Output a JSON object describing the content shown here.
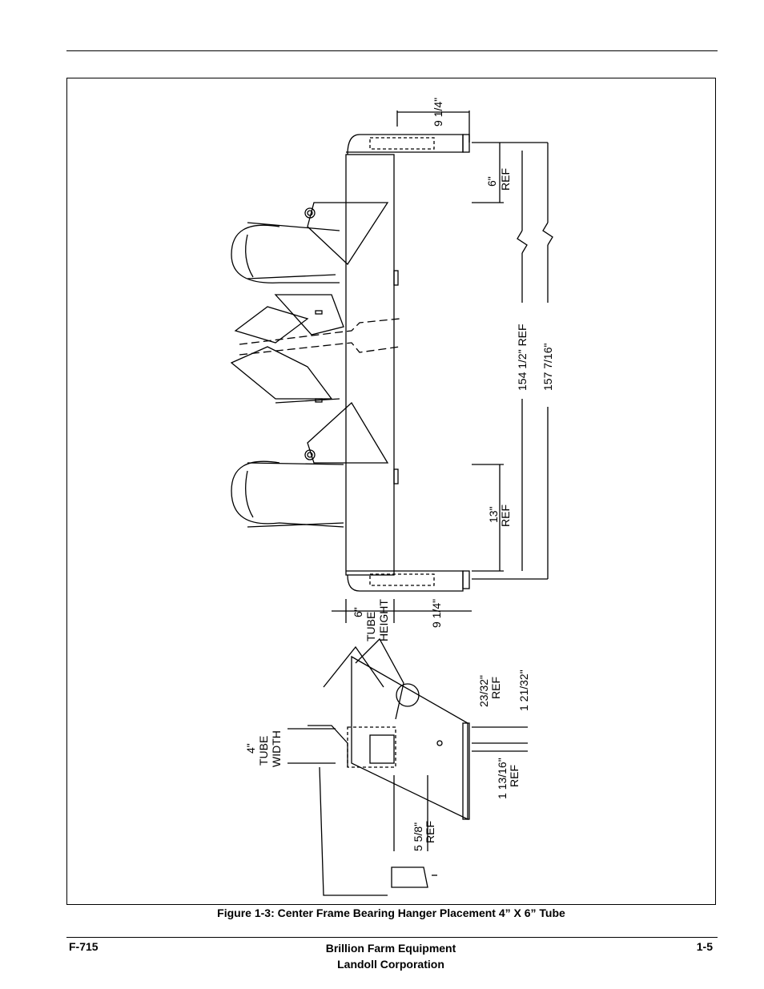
{
  "figure": {
    "caption": "Figure 1-3:  Center Frame Bearing Hanger Placement 4” X 6” Tube",
    "labels": {
      "top_9_1_4": "9 1/4\"",
      "six_ref_num": "6\"",
      "ref": "REF",
      "dim_154": "154 1/2\" REF",
      "dim_157": "157 7/16\"",
      "thirteen_num": "13\"",
      "tube_height_num": "6\"",
      "tube_word": "TUBE",
      "height_word": "HEIGHT",
      "bottom_9_1_4": "9 1/4\"",
      "tube_width_num": "4\"",
      "width_word": "WIDTH",
      "dim_23_32": "23/32\"",
      "dim_1_21_32": "1 21/32\"",
      "dim_1_13_16": "1 13/16\"",
      "dim_5_5_8": "5 5/8\""
    }
  },
  "footer": {
    "doc_number": "F-715",
    "company_line1": "Brillion Farm Equipment",
    "company_line2": "Landoll Corporation",
    "page_number": "1-5"
  }
}
